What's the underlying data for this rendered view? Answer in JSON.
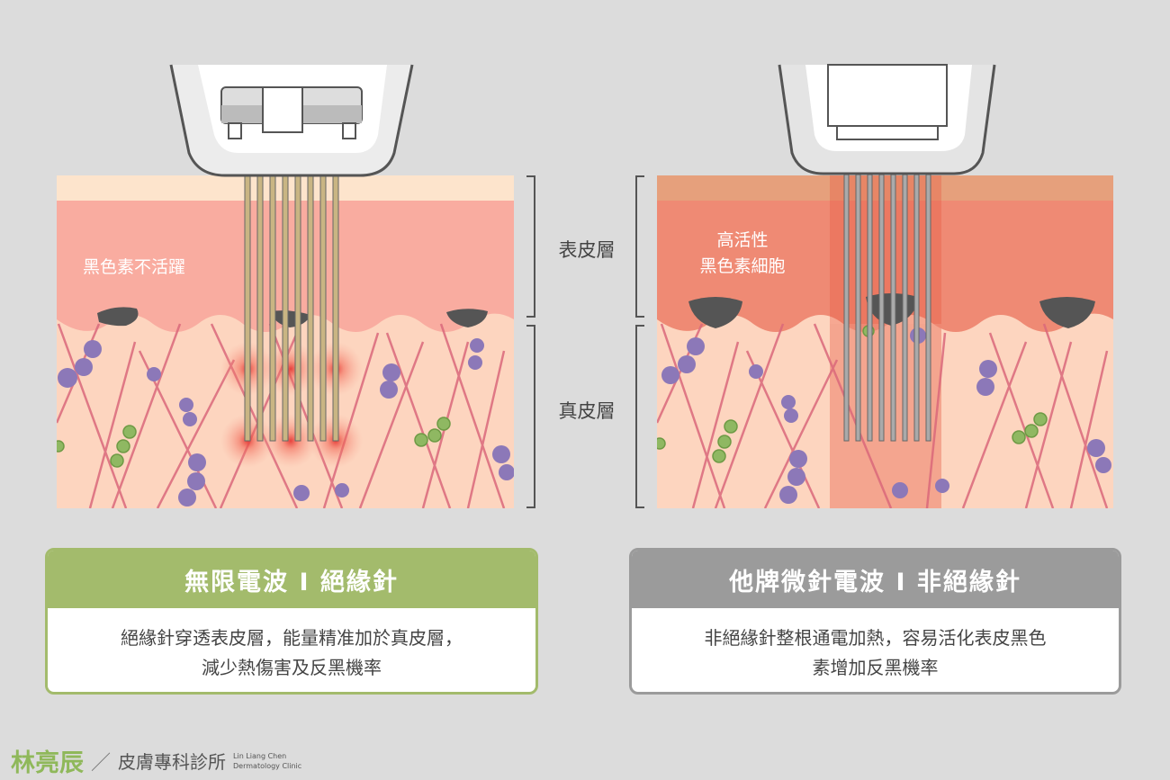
{
  "left_panel": {
    "cell_label": "黑色素不活躍",
    "title": "無限電波 I 絕緣針",
    "description": "絕緣針穿透表皮層，能量精准加於真皮層，\n減少熱傷害及反黑機率"
  },
  "right_panel": {
    "cell_label_line1": "高活性",
    "cell_label_line2": "黑色素細胞",
    "title": "他牌微針電波 I 非絕緣針",
    "description": "非絕緣針整根通電加熱，容易活化表皮黑色\n素增加反黑機率"
  },
  "layers": {
    "epidermis": "表皮層",
    "dermis": "真皮層"
  },
  "footer": {
    "doctor_name": "林亮辰",
    "separator": "／",
    "clinic_name": "皮膚專科診所",
    "english_line1": "Lin Liang Chen",
    "english_line2": "Dermatology Clinic"
  },
  "colors": {
    "green_accent": "#a3bb6c",
    "gray_accent": "#9b9b9b",
    "background": "#dcdcdc"
  }
}
